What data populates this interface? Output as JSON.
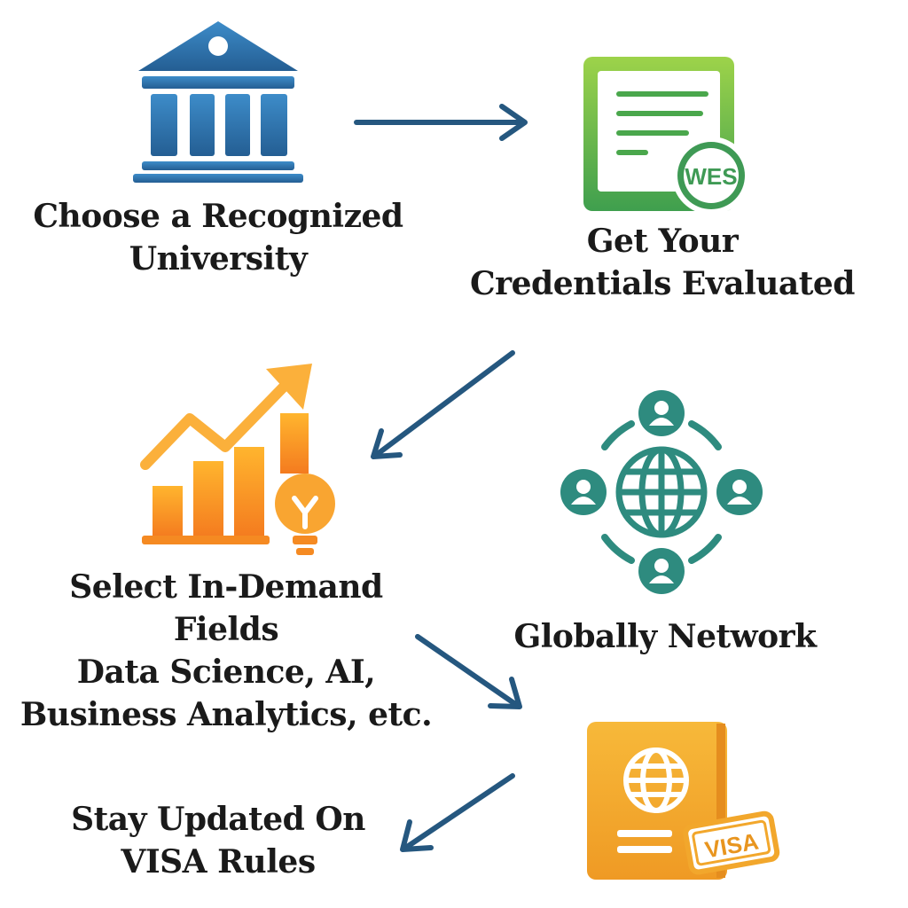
{
  "steps": {
    "university": {
      "lines": [
        "Choose a Recognized",
        "University"
      ]
    },
    "credentials": {
      "lines": [
        "Get Your",
        "Credentials Evaluated"
      ],
      "badge": "WES"
    },
    "fields": {
      "lines": [
        "Select In-Demand",
        "Fields",
        "Data Science, AI,",
        "Business Analytics, etc."
      ]
    },
    "network": {
      "lines": [
        "Globally Network"
      ]
    },
    "visa": {
      "lines": [
        "Stay Updated On",
        "VISA Rules"
      ],
      "badge": "VISA"
    }
  },
  "icons": {
    "university": "university-building-icon",
    "credentials": "credential-document-icon",
    "fields": "growth-chart-lightbulb-icon",
    "network": "global-network-icon",
    "visa": "passport-visa-icon"
  },
  "colors": {
    "arrow": "#25577f",
    "university": "#2f6fa3",
    "credentials": "#5fb45a",
    "fields": "#f7941d",
    "network": "#2e8b7f",
    "visa": "#f2a72c"
  }
}
